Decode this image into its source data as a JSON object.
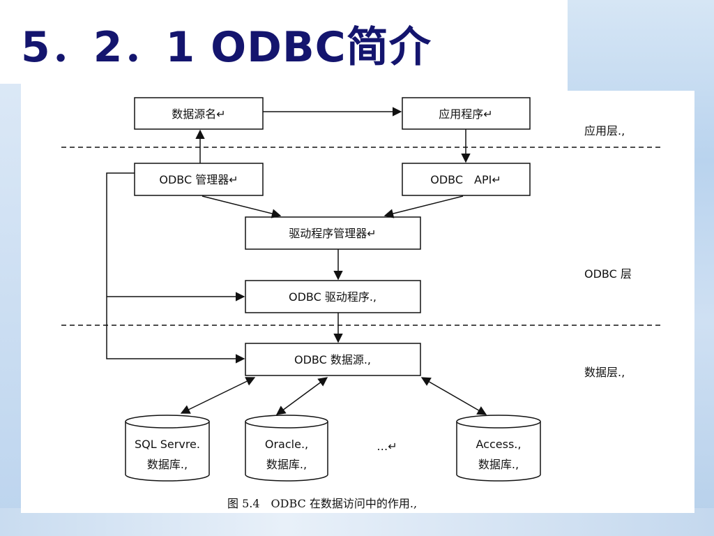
{
  "slide": {
    "title": "5．2．1 ODBC简介"
  },
  "diagram": {
    "nodes": {
      "dsn": "数据源名↵",
      "app": "应用程序↵",
      "manager": "ODBC 管理器↵",
      "api": "ODBC　API↵",
      "driver_manager": "驱动程序管理器↵",
      "driver": "ODBC 驱动程序.,",
      "datasource": "ODBC 数据源.,",
      "sqlserver_line1": "SQL Servre.",
      "sqlserver_line2": "数据库.,",
      "oracle_line1": "Oracle.,",
      "oracle_line2": "数据库.,",
      "ellipsis": "…↵",
      "access_line1": "Access.,",
      "access_line2": "数据库.,"
    },
    "layers": {
      "app_layer": "应用层.,",
      "odbc_layer": "ODBC 层",
      "data_layer": "数据层.,"
    },
    "caption": "图 5.4　ODBC 在数据访问中的作用.,"
  }
}
